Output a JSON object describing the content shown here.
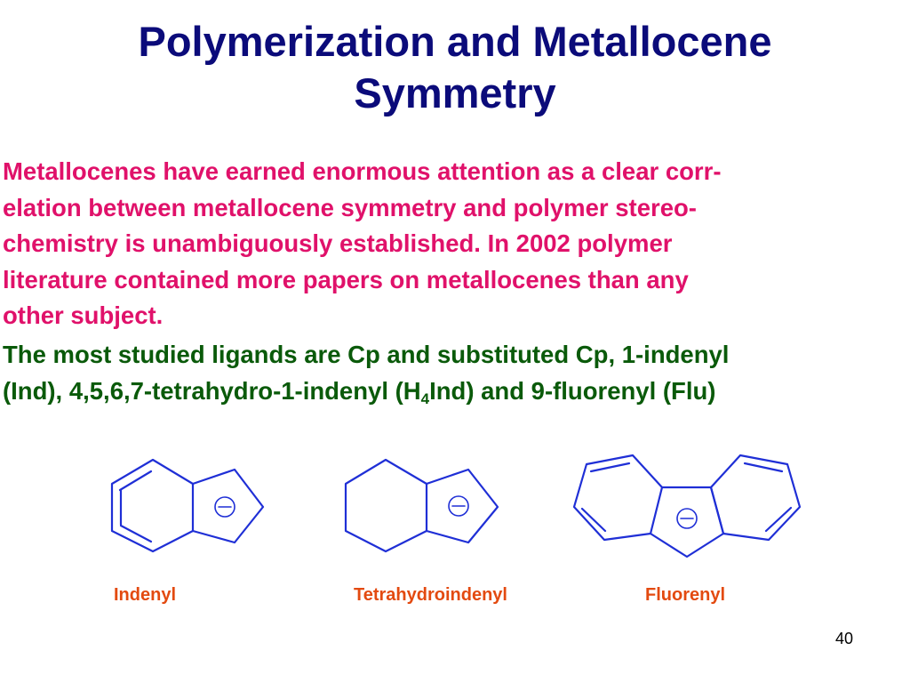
{
  "slide": {
    "title_line1": "Polymerization and Metallocene",
    "title_line2": "Symmetry",
    "para1": [
      "Metallocenes have earned enormous attention as a clear corr-",
      "elation between metallocene symmetry and polymer stereo-",
      "chemistry is unambiguously established. In 2002 polymer",
      "literature contained more papers on metallocenes than any",
      "other subject."
    ],
    "para2_line1": "The most studied ligands are Cp and substituted Cp, 1-indenyl",
    "para2_line2_a": "(Ind), 4,5,6,7-tetrahydro-1-indenyl (H",
    "para2_line2_sub": "4",
    "para2_line2_b": "Ind) and 9-fluorenyl (Flu)",
    "page_number": "40"
  },
  "structures": [
    {
      "name": "Indenyl"
    },
    {
      "name": "Tetrahydroindenyl"
    },
    {
      "name": "Fluorenyl"
    }
  ],
  "colors": {
    "title": "#0b0b7a",
    "para1": "#e0116a",
    "para2": "#0a5a0a",
    "labels": "#e34a10",
    "bonds": "#1f2fd6"
  }
}
